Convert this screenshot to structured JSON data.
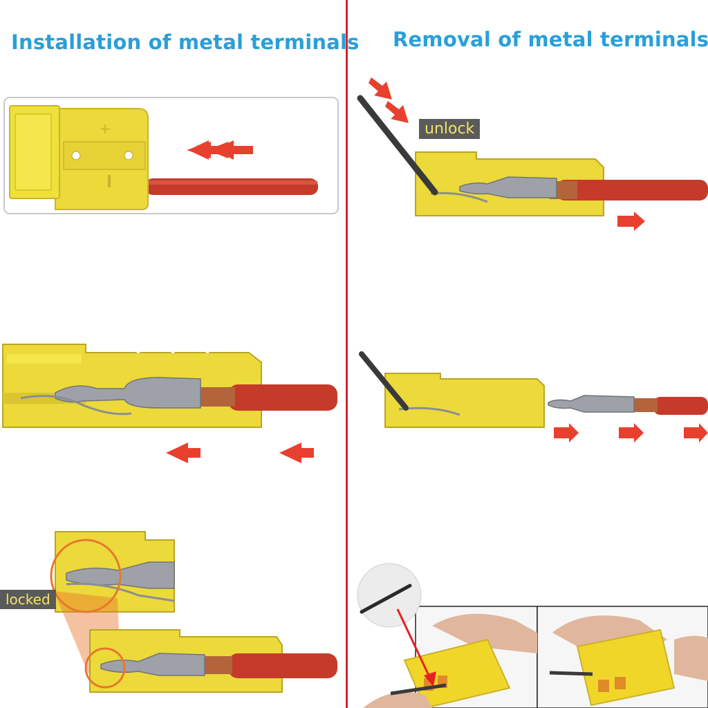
{
  "panels": {
    "installation": {
      "title": "Installation of metal terminals",
      "locked_label": "locked"
    },
    "removal": {
      "title": "Removal of metal terminals",
      "unlock_label": "unlock"
    }
  },
  "colors": {
    "title_blue": "#2a9fd8",
    "divider_red": "#d3242a",
    "connector_yellow": "#f0e13a",
    "cable_red": "#c63a2a",
    "arrow_red": "#e8402e",
    "label_bg": "#5a5a5a",
    "label_text": "#f3e36a",
    "highlight_orange": "#e8772e"
  }
}
